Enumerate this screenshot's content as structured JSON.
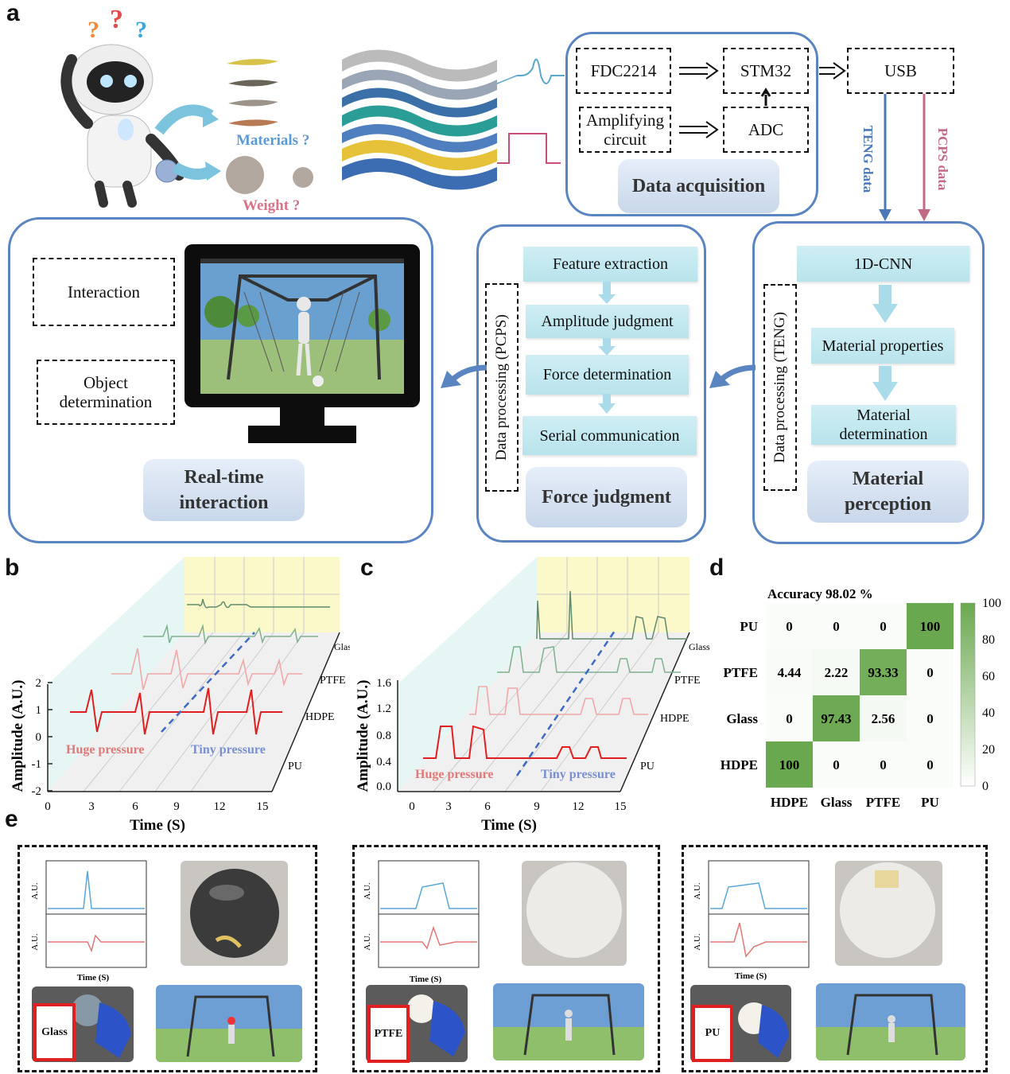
{
  "panels": {
    "a": "a",
    "b": "b",
    "c": "c",
    "d": "d",
    "e": "e"
  },
  "robot": {
    "question_marks": [
      "?",
      "?",
      "?"
    ],
    "materials_label": "Materials ?",
    "weight_label": "Weight ?"
  },
  "acquisition": {
    "fdc": "FDC2214",
    "stm": "STM32",
    "usb": "USB",
    "amp": "Amplifying circuit",
    "adc": "ADC",
    "title": "Data acquisition",
    "teng_data": "TENG data",
    "pcps_data": "PCPS data"
  },
  "realtime": {
    "interaction": "Interaction",
    "object": "Object determination",
    "title": "Real-time interaction"
  },
  "force": {
    "vertical": "Data processing (PCPS)",
    "steps": [
      "Feature extraction",
      "Amplitude judgment",
      "Force determination",
      "Serial communication"
    ],
    "title": "Force judgment"
  },
  "material": {
    "vertical": "Data processing (TENG)",
    "steps": [
      "1D-CNN",
      "Material properties",
      "Material determination"
    ],
    "title": "Material perception"
  },
  "chart_b": {
    "ylabel": "Amplitude (A.U.)",
    "xlabel": "Time (S)",
    "yticks": [
      "2",
      "1",
      "0",
      "-1",
      "-2"
    ],
    "xticks": [
      "0",
      "3",
      "6",
      "9",
      "12",
      "15"
    ],
    "series_labels": [
      "Glass",
      "PTFE",
      "HDPE",
      "PU"
    ],
    "huge": "Huge pressure",
    "tiny": "Tiny pressure"
  },
  "chart_c": {
    "ylabel": "Amplitude (A.U.)",
    "xlabel": "Time (S)",
    "yticks": [
      "1.6",
      "1.2",
      "0.8",
      "0.4",
      "0.0"
    ],
    "xticks": [
      "0",
      "3",
      "6",
      "9",
      "12",
      "15"
    ],
    "series_labels": [
      "Glass",
      "PTFE",
      "HDPE",
      "PU"
    ],
    "huge": "Huge pressure",
    "tiny": "Tiny pressure"
  },
  "chart_data": {
    "type": "heatmap",
    "title": "Accuracy 98.02 %",
    "rows": [
      "PU",
      "PTFE",
      "Glass",
      "HDPE"
    ],
    "columns": [
      "HDPE",
      "Glass",
      "PTFE",
      "PU"
    ],
    "values": [
      [
        0,
        0,
        0,
        100
      ],
      [
        4.44,
        2.22,
        93.33,
        0
      ],
      [
        0,
        97.43,
        2.56,
        0
      ],
      [
        100,
        0,
        0,
        0
      ]
    ],
    "labels": [
      [
        "0",
        "0",
        "0",
        "100"
      ],
      [
        "4.44",
        "2.22",
        "93.33",
        "0"
      ],
      [
        "0",
        "97.43",
        "2.56",
        "0"
      ],
      [
        "100",
        "0",
        "0",
        "0"
      ]
    ],
    "colorbar_ticks": [
      "100",
      "80",
      "60",
      "40",
      "20",
      "0"
    ],
    "color_low": "#ffffff",
    "color_high": "#6aa84f"
  },
  "panel_e": [
    {
      "material": "Glass",
      "ylabel": "A.U.",
      "xlabel": "Time (S)"
    },
    {
      "material": "PTFE",
      "ylabel": "A.U.",
      "xlabel": "Time (S)"
    },
    {
      "material": "PU",
      "ylabel": "A.U.",
      "xlabel": "Time (S)"
    }
  ],
  "colors": {
    "box_border": "#5b85c0",
    "teng_arrow": "#4a78b8",
    "pcps_arrow": "#c06a84",
    "signal_red": "#e02020",
    "signal_blue": "#5aa6d6"
  }
}
